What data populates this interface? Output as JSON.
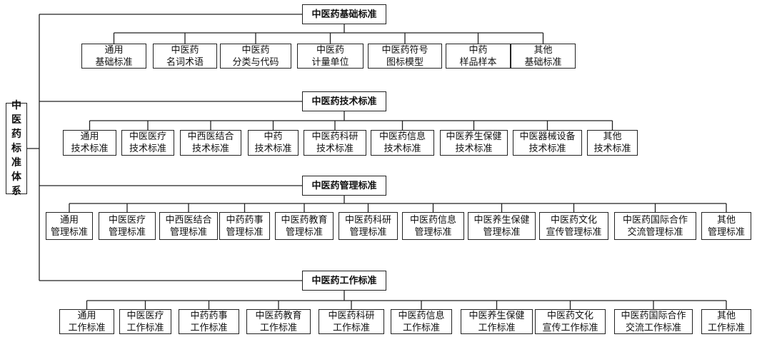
{
  "root": {
    "label": "中\n医\n药\n标\n准\n体\n系"
  },
  "categories": [
    {
      "label": "中医药基础标准",
      "children": [
        "通用\n基础标准",
        "中医药\n名词术语",
        "中医药\n分类与代码",
        "中医药\n计量单位",
        "中医药符号\n图标模型",
        "中药\n样品样本",
        "其他\n基础标准"
      ]
    },
    {
      "label": "中医药技术标准",
      "children": [
        "通用\n技术标准",
        "中医医疗\n技术标准",
        "中西医结合\n技术标准",
        "中药\n技术标准",
        "中医药科研\n技术标准",
        "中医药信息\n技术标准",
        "中医养生保健\n技术标准",
        "中医器械设备\n技术标准",
        "其他\n技术标准"
      ]
    },
    {
      "label": "中医药管理标准",
      "children": [
        "通用\n管理标准",
        "中医医疗\n管理标准",
        "中西医结合\n管理标准",
        "中药药事\n管理标准",
        "中医药教育\n管理标准",
        "中医药科研\n管理标准",
        "中医药信息\n管理标准",
        "中医养生保健\n管理标准",
        "中医药文化\n宣传管理标准",
        "中医药国际合作\n交流管理标准",
        "其他\n管理标准"
      ]
    },
    {
      "label": "中医药工作标准",
      "children": [
        "通用\n工作标准",
        "中医医疗\n工作标准",
        "中药药事\n工作标准",
        "中医药教育\n工作标准",
        "中医药科研\n工作标准",
        "中医药信息\n工作标准",
        "中医养生保健\n工作标准",
        "中医药文化\n宣传工作标准",
        "中医药国际合作\n交流工作标准",
        "其他\n工作标准"
      ]
    }
  ]
}
